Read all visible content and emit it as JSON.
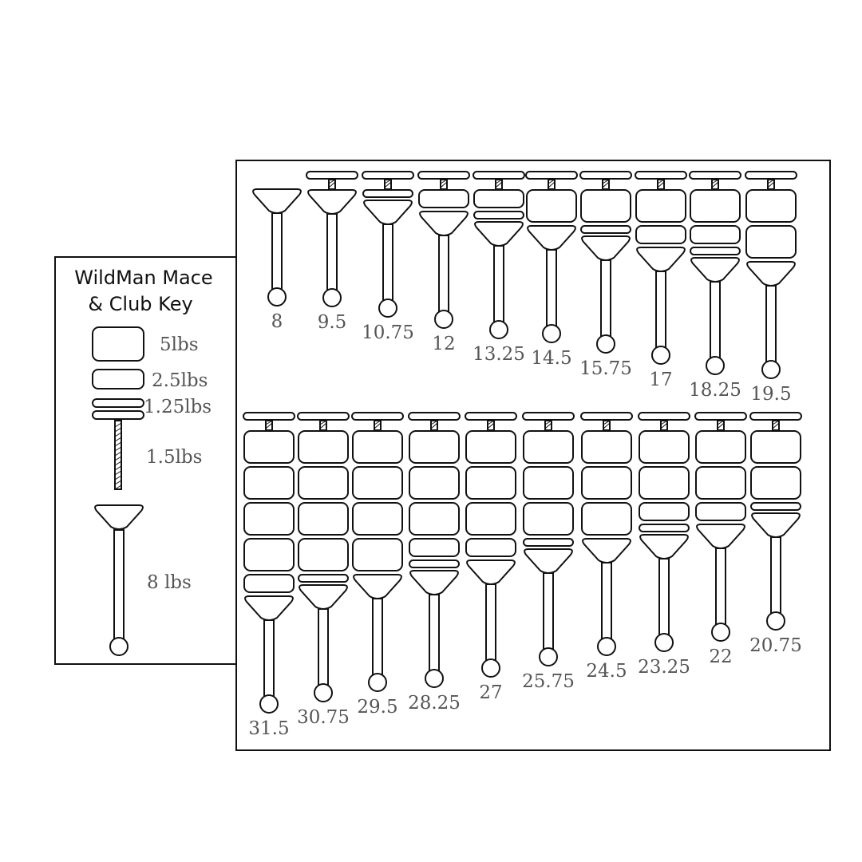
{
  "key": {
    "title_line1": "WildMan Mace",
    "title_line2": "& Club Key",
    "items": [
      {
        "piece": "plate-5",
        "label": "5lbs"
      },
      {
        "piece": "plate-2.5",
        "label": "2.5lbs"
      },
      {
        "piece": "plate-1.25",
        "label": "1.25lbs"
      },
      {
        "piece": "threaded-rod",
        "label": "1.5lbs"
      },
      {
        "piece": "mace-base",
        "label": "8 lbs"
      }
    ]
  },
  "maces": [
    {
      "label": "8",
      "rod": false,
      "stack": []
    },
    {
      "label": "9.5",
      "rod": true,
      "stack": []
    },
    {
      "label": "10.75",
      "rod": true,
      "stack": [
        1.25
      ]
    },
    {
      "label": "12",
      "rod": true,
      "stack": [
        2.5
      ]
    },
    {
      "label": "13.25",
      "rod": true,
      "stack": [
        2.5,
        1.25
      ]
    },
    {
      "label": "14.5",
      "rod": true,
      "stack": [
        5
      ]
    },
    {
      "label": "15.75",
      "rod": true,
      "stack": [
        5,
        1.25
      ]
    },
    {
      "label": "17",
      "rod": true,
      "stack": [
        5,
        2.5
      ]
    },
    {
      "label": "18.25",
      "rod": true,
      "stack": [
        5,
        2.5,
        1.25
      ]
    },
    {
      "label": "19.5",
      "rod": true,
      "stack": [
        5,
        5
      ]
    },
    {
      "label": "31.5",
      "rod": true,
      "stack": [
        5,
        5,
        5,
        5,
        2.5
      ]
    },
    {
      "label": "30.75",
      "rod": true,
      "stack": [
        5,
        5,
        5,
        5,
        1.25
      ]
    },
    {
      "label": "29.5",
      "rod": true,
      "stack": [
        5,
        5,
        5,
        5
      ]
    },
    {
      "label": "28.25",
      "rod": true,
      "stack": [
        5,
        5,
        5,
        2.5,
        1.25
      ]
    },
    {
      "label": "27",
      "rod": true,
      "stack": [
        5,
        5,
        5,
        2.5
      ]
    },
    {
      "label": "25.75",
      "rod": true,
      "stack": [
        5,
        5,
        5,
        1.25
      ]
    },
    {
      "label": "24.5",
      "rod": true,
      "stack": [
        5,
        5,
        5
      ]
    },
    {
      "label": "23.25",
      "rod": true,
      "stack": [
        5,
        5,
        2.5,
        1.25
      ]
    },
    {
      "label": "22",
      "rod": true,
      "stack": [
        5,
        5,
        2.5
      ]
    },
    {
      "label": "20.75",
      "rod": true,
      "stack": [
        5,
        5,
        1.25
      ]
    }
  ]
}
